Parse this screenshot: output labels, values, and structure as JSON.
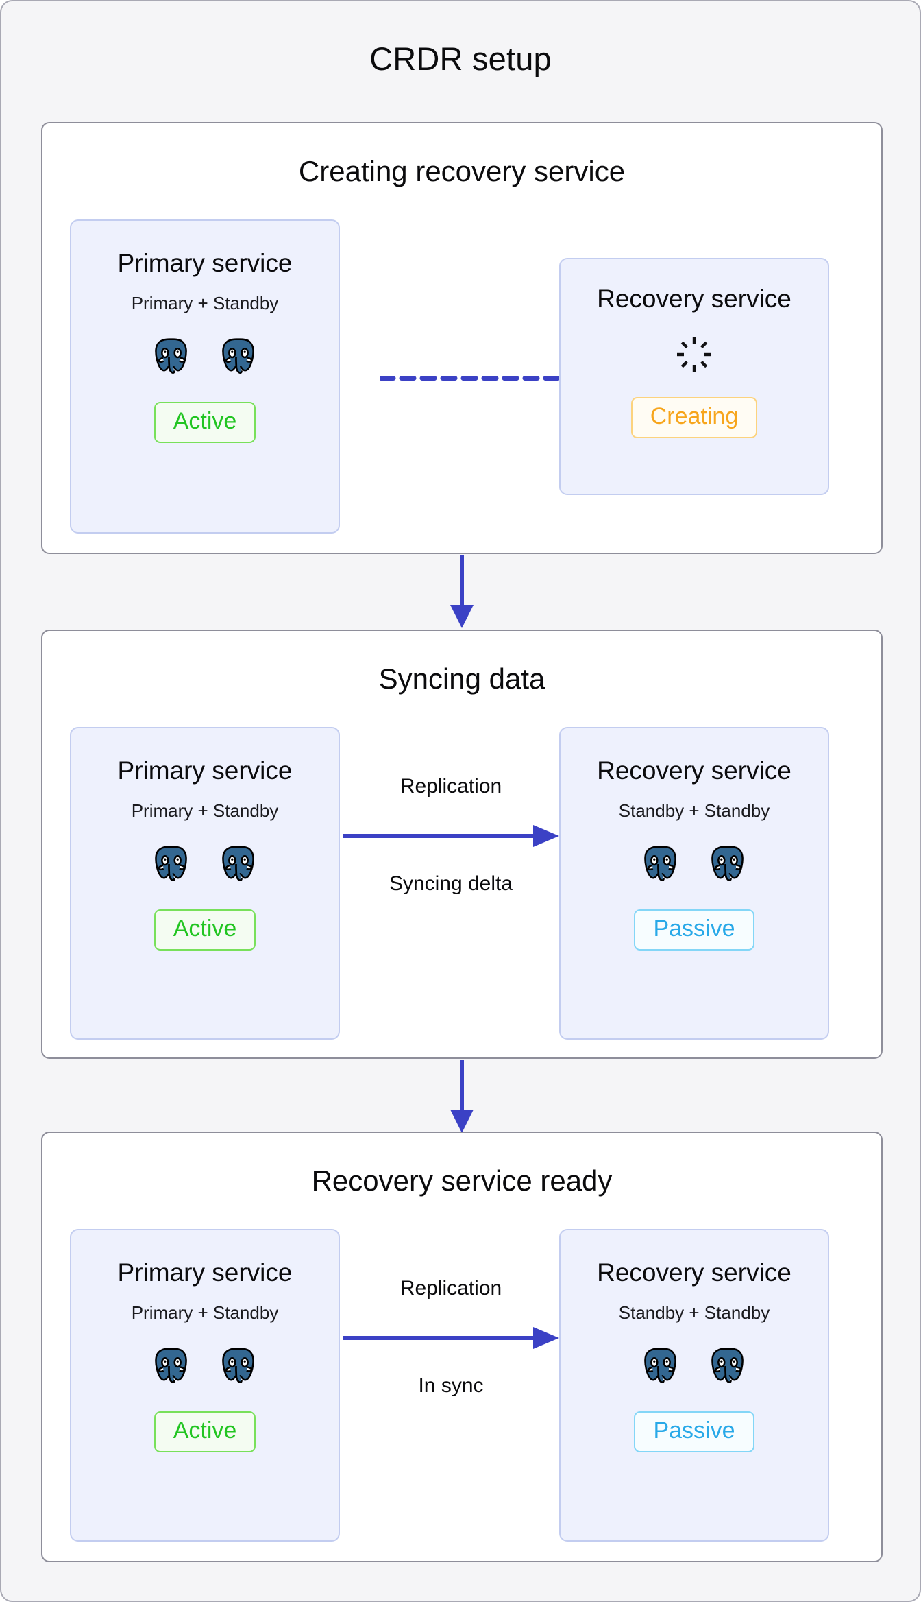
{
  "diagram": {
    "title": "CRDR setup",
    "colors": {
      "page_background": "#f5f5f7",
      "panel_border": "#8e8e9a",
      "card_background": "#eef1fd",
      "card_border": "#c3cdf0",
      "arrow_blue": "#3b41c5",
      "dashed_blue": "#3b41c5",
      "active_green": "#22c522",
      "creating_orange": "#f7a51c",
      "passive_blue": "#29a9e8",
      "postgres_blue": "#336791"
    }
  },
  "stages": [
    {
      "id": "creating-recovery-service",
      "title": "Creating recovery service",
      "primary": {
        "title": "Primary service",
        "subtitle": "Primary + Standby",
        "nodes": [
          "postgres-icon",
          "postgres-icon"
        ],
        "status": "Active",
        "status_kind": "active"
      },
      "recovery": {
        "title": "Recovery service",
        "subtitle": null,
        "nodes": [],
        "spinner": "spinner-icon",
        "status": "Creating",
        "status_kind": "creating"
      },
      "connector": {
        "kind": "dashed",
        "label_top": null,
        "label_bottom": null
      }
    },
    {
      "id": "syncing-data",
      "title": "Syncing data",
      "primary": {
        "title": "Primary service",
        "subtitle": "Primary + Standby",
        "nodes": [
          "postgres-icon",
          "postgres-icon"
        ],
        "status": "Active",
        "status_kind": "active"
      },
      "recovery": {
        "title": "Recovery service",
        "subtitle": "Standby + Standby",
        "nodes": [
          "postgres-icon",
          "postgres-icon"
        ],
        "status": "Passive",
        "status_kind": "passive"
      },
      "connector": {
        "kind": "arrow",
        "label_top": "Replication",
        "label_bottom": "Syncing delta"
      }
    },
    {
      "id": "recovery-service-ready",
      "title": "Recovery service ready",
      "primary": {
        "title": "Primary service",
        "subtitle": "Primary + Standby",
        "nodes": [
          "postgres-icon",
          "postgres-icon"
        ],
        "status": "Active",
        "status_kind": "active"
      },
      "recovery": {
        "title": "Recovery service",
        "subtitle": "Standby + Standby",
        "nodes": [
          "postgres-icon",
          "postgres-icon"
        ],
        "status": "Passive",
        "status_kind": "passive"
      },
      "connector": {
        "kind": "arrow",
        "label_top": "Replication",
        "label_bottom": "In sync"
      }
    }
  ],
  "flow_arrows": [
    {
      "from": "creating-recovery-service",
      "to": "syncing-data",
      "icon": "down-arrow-icon"
    },
    {
      "from": "syncing-data",
      "to": "recovery-service-ready",
      "icon": "down-arrow-icon"
    }
  ]
}
